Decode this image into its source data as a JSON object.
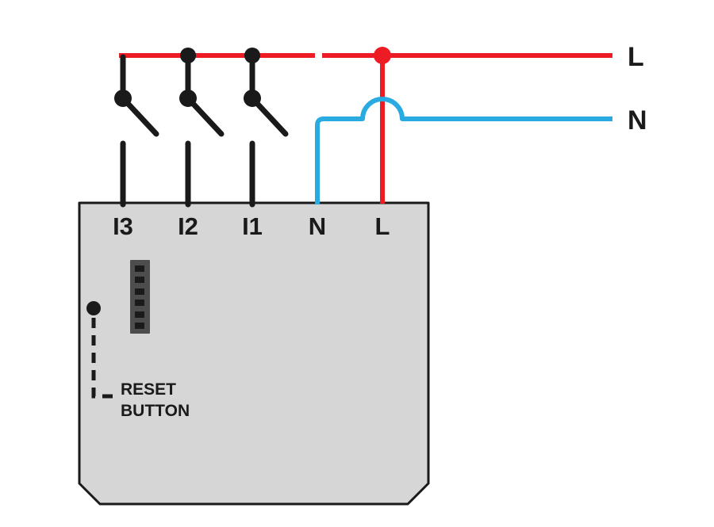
{
  "diagram_type": "device-wiring-diagram",
  "labels": {
    "live": "L",
    "neutral": "N"
  },
  "device": {
    "terminals": [
      "I3",
      "I2",
      "I1",
      "N",
      "L"
    ],
    "reset": {
      "line1": "RESET",
      "line2": "BUTTON"
    },
    "pin_header": {
      "pins": 6
    },
    "switch_count": 3
  },
  "colors": {
    "live": "#ed1c24",
    "neutral": "#29abe2",
    "black": "#1a1a1a",
    "device_fill": "#d6d6d6",
    "header_fill": "#4d4d4d"
  }
}
